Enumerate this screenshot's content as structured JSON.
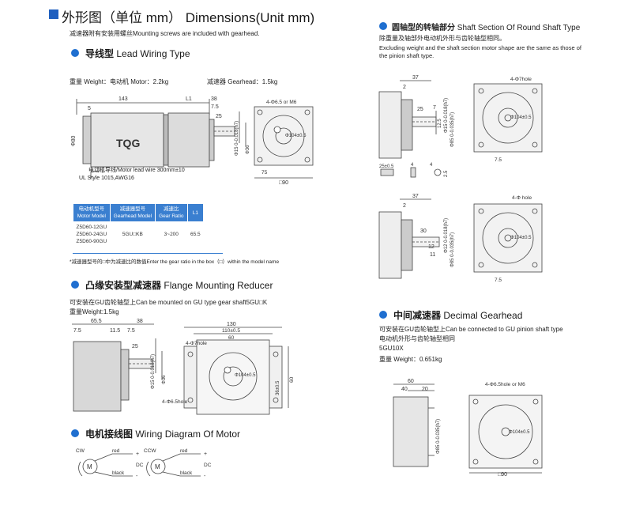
{
  "main_title": {
    "zh": "外形图（单位 mm）",
    "en": "Dimensions(Unit mm)"
  },
  "intro_note": "减速器附有安装用螺丝Mounting screws are included with gearhead.",
  "lead_wiring": {
    "title_zh": "导线型",
    "title_en": "Lead Wiring Type",
    "weight_motor": "重量 Weight：电动机 Motor：2.2kg",
    "weight_gearhead": "减速器 Gearhead：1.5kg",
    "brand": "TQG",
    "lead_wire_note": "电动机导线/Motor lead wire 300mm±10",
    "ul_style": "UL Style 1015,AWG16",
    "dims": {
      "d143": "143",
      "dL1": "L1",
      "d38": "38",
      "d5": "5",
      "d7_5": "7.5",
      "d25": "25",
      "shaft": "Φ15 0-0.018(h7)",
      "d36": "Φ36",
      "d80": "Φ80",
      "holes": "4-Φ6.5 or M6",
      "pcd": "Φ104±0.5",
      "d75": "75",
      "d90": "□90"
    }
  },
  "spec_table": {
    "headers": [
      {
        "zh": "电动机型号",
        "en": "Motor Model"
      },
      {
        "zh": "减速器型号",
        "en": "Gearhead Model"
      },
      {
        "zh": "减速比",
        "en": "Gear Ratio"
      },
      {
        "zh": "L1",
        "en": ""
      }
    ],
    "models": [
      "Z5D60-12GU",
      "Z5D60-24GU",
      "Z5D60-90GU"
    ],
    "gearhead": "5GU□KB",
    "ratio": "3~200",
    "l1": "65.5"
  },
  "table_note": "*减速器型号的□中为减速比的数值Enter the gear ratio in the box（□）within the model name",
  "flange": {
    "title_zh": "凸缘安装型减速器",
    "title_en": "Flange Mounting Reducer",
    "desc": "可安装在GU齿轮轴型上Can be mounted on GU type gear shaft5GU□K",
    "weight": "重量Weight:1.5kg",
    "dims": {
      "d65_5": "65.5",
      "d38": "38",
      "d7_5": "7.5",
      "d11_5": "11.5",
      "d7_5b": "7.5",
      "d25": "25",
      "shaft": "Φ15 0-0.018(h7)",
      "d36": "Φ36",
      "d130": "130",
      "d110": "110±0.5",
      "d60": "60",
      "hole7": "4-Φ7hole",
      "holes65": "4-Φ6.5hole",
      "d36b": "36±0.5",
      "d60b": "60",
      "pcd": "Φ104±0.5"
    }
  },
  "wiring": {
    "title_zh": "电机接线图",
    "title_en": "Wiring Diagram Of Motor",
    "cw": "CW",
    "ccw": "CCW",
    "red": "red",
    "black": "black",
    "plus": "+",
    "minus": "-",
    "dc": "DC",
    "motor": "M"
  },
  "round_shaft": {
    "title_zh": "圆轴型的转轴部分",
    "title_en": "Shaft Section Of Round Shaft Type",
    "desc_zh": "除重量及轴部外电动机外形与齿轮轴型相同。",
    "desc_en": "Excluding weight and the shaft section motor shape are the same as those of the pinion shaft type.",
    "dims1": {
      "d37": "37",
      "d2": "2",
      "d25": "25",
      "d7": "7",
      "d12_5": "12.5",
      "shaft": "Φ15 0-0.018(h7)",
      "d85": "Φ85 0-0.035(h7)",
      "hole": "4-Φ7hole",
      "pcd": "Φ104±0.5",
      "d7_5": "7.5",
      "key": "25±0.5",
      "k4": "4",
      "k4b": "4",
      "k2_5": "2.5"
    },
    "dims2": {
      "d37": "37",
      "d2": "2",
      "d30": "30",
      "d12": "12",
      "d11": "11",
      "shaft": "Φ12 0-0.018(h7)",
      "d85": "Φ85 0-0.035(h7)",
      "hole": "4-Φ hole",
      "pcd": "Φ104±0.5",
      "d7_5": "7.5"
    }
  },
  "decimal": {
    "title_zh": "中间减速器",
    "title_en": "Decimal Gearhead",
    "desc1": "可安装在GU齿轮轴型上Can be connected to GU pinion shaft type",
    "desc2": "电动机外形与齿轮轴型相同",
    "model": "5GU10X",
    "weight": "重量 Weight：0.651kg",
    "dims": {
      "d60": "60",
      "d40": "40",
      "d20": "20",
      "holes": "4-Φ6.5hole or M6",
      "pcd": "Φ104±0.5",
      "d85": "Φ85 0-0.035(h7)",
      "d90": "□90"
    }
  }
}
